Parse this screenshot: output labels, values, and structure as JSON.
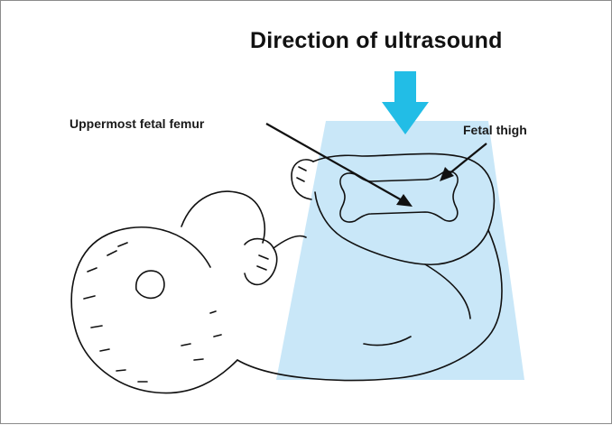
{
  "title": "Direction of ultrasound",
  "labels": {
    "femur": "Uppermost fetal femur",
    "thigh": "Fetal thigh"
  },
  "colors": {
    "beam": "#bfe3f7",
    "arrow": "#22bde6",
    "line": "#111111"
  },
  "icons": {
    "ultrasound_arrow": "down-arrow-icon"
  }
}
